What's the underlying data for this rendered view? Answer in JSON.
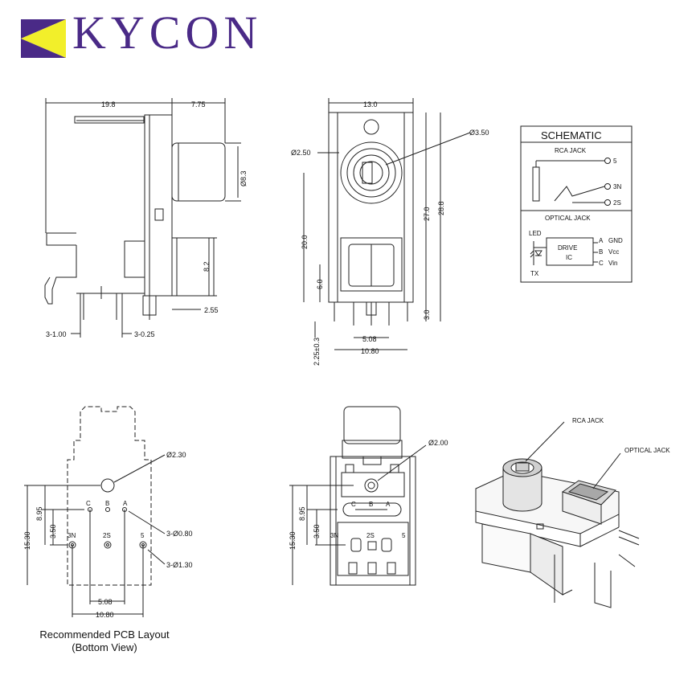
{
  "brand": {
    "name": "KYCON",
    "colors": {
      "purple": "#4a2a87",
      "yellow": "#f2ef2a"
    }
  },
  "side_view": {
    "dims": [
      "19.8",
      "7.75",
      "Ø8.3",
      "8.2",
      "2.55",
      "3-1.00",
      "3-0.25"
    ]
  },
  "front_view": {
    "dims": [
      "13.0",
      "Ø2.50",
      "Ø3.50",
      "20.0",
      "27.0",
      "28.8",
      "6.0",
      "3.0",
      "5.08",
      "10.80",
      "2.25±0.3"
    ]
  },
  "schematic": {
    "title": "SCHEMATIC",
    "rca_label": "RCA JACK",
    "rca_pins": [
      "5",
      "3N",
      "2S"
    ],
    "optical_label": "OPTICAL JACK",
    "led_label": "LED",
    "tx_label": "TX",
    "drive_line1": "DRIVE",
    "drive_line2": "IC",
    "pin_letters": [
      "A",
      "B",
      "C"
    ],
    "pin_names": [
      "GND",
      "Vcc",
      "Vin"
    ]
  },
  "pcb_layout": {
    "dims": [
      "Ø2.30",
      "8.95",
      "3.50",
      "15.30",
      "3-Ø0.80",
      "3-Ø1.30",
      "5.08",
      "10.80"
    ],
    "pins_top": [
      "C",
      "B",
      "A"
    ],
    "pins_bottom": [
      "3N",
      "2S",
      "5"
    ],
    "caption_line1": "Recommended PCB Layout",
    "caption_line2": "(Bottom  View)"
  },
  "bottom_view": {
    "dims": [
      "Ø2.00",
      "8.95",
      "3.50",
      "15.30"
    ],
    "pins_top": [
      "C",
      "B",
      "A"
    ],
    "pins_bottom": [
      "3N",
      "2S",
      "5"
    ]
  },
  "iso_view": {
    "labels": [
      "RCA JACK",
      "OPTICAL JACK"
    ]
  }
}
